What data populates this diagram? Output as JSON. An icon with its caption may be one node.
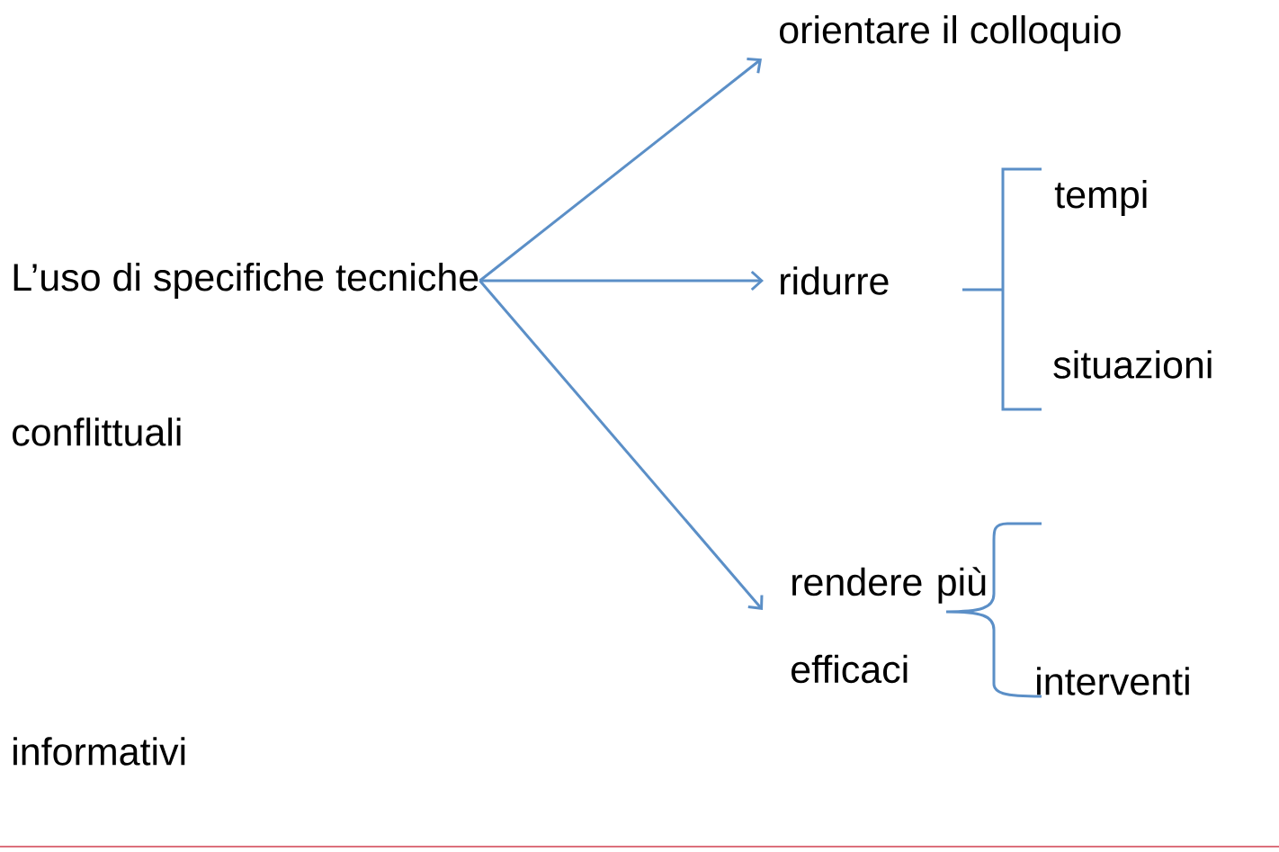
{
  "diagram": {
    "nodes": [
      {
        "text": [
          "L’uso di specifiche tecniche"
        ]
      },
      {
        "text": [
          "orientare il colloquio"
        ]
      },
      {
        "text": [
          "ridurre"
        ]
      },
      {
        "text": [
          "rendere più efficaci"
        ]
      }
    ],
    "edges": [
      {
        "from": 0,
        "to": 1,
        "arrow": "to"
      },
      {
        "from": 0,
        "to": 2,
        "arrow": "to"
      },
      {
        "from": 0,
        "to": 3,
        "arrow": "to"
      }
    ],
    "labels": [
      "tempi",
      "situazioni",
      "conflittuali",
      "interventi",
      "informativi"
    ]
  }
}
